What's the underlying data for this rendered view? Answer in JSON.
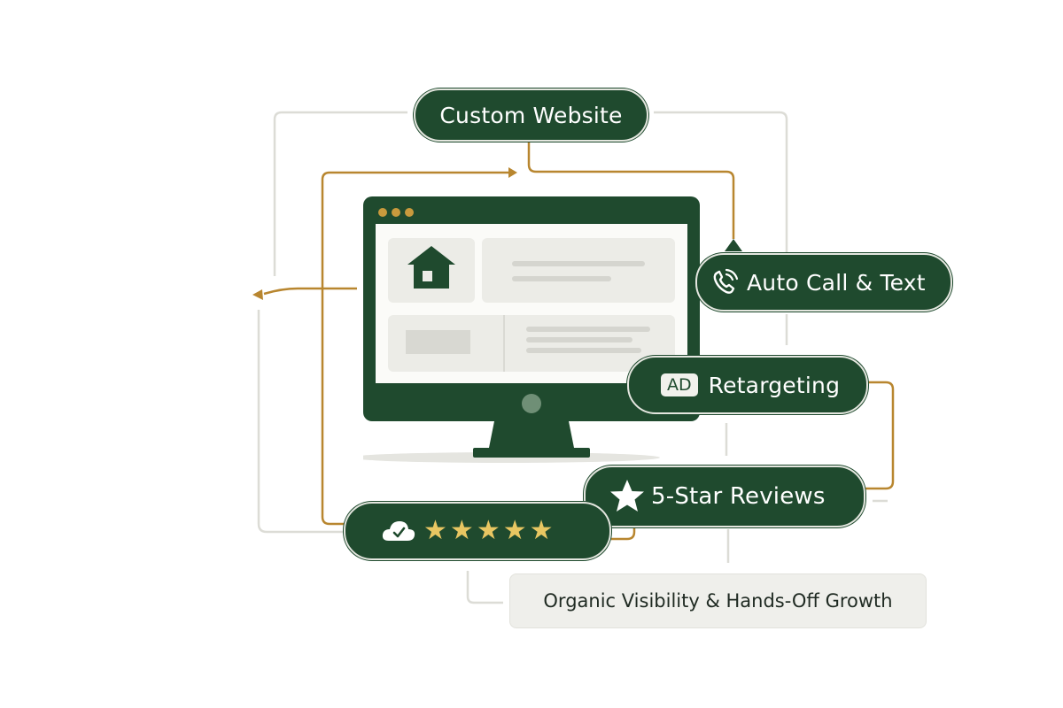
{
  "diagram": {
    "nodes": {
      "website": {
        "label": "Custom Website"
      },
      "auto_call": {
        "label": "Auto Call & Text",
        "icon": "phone-icon"
      },
      "retargeting": {
        "label": "Retargeting",
        "badge": "AD"
      },
      "reviews": {
        "label": "5-Star Reviews",
        "icon": "star-icon"
      },
      "rating": {
        "icon": "cloud-check-icon",
        "stars": 5
      }
    },
    "caption": "Organic Visibility & Hands-Off Growth",
    "center_visual": "monitor-icon",
    "colors": {
      "node_fill": "#1f4a2e",
      "connector_gold": "#b8862f",
      "connector_gray": "#dcdcd6",
      "star": "#e8c662",
      "caption_bg": "#efefeb"
    }
  }
}
